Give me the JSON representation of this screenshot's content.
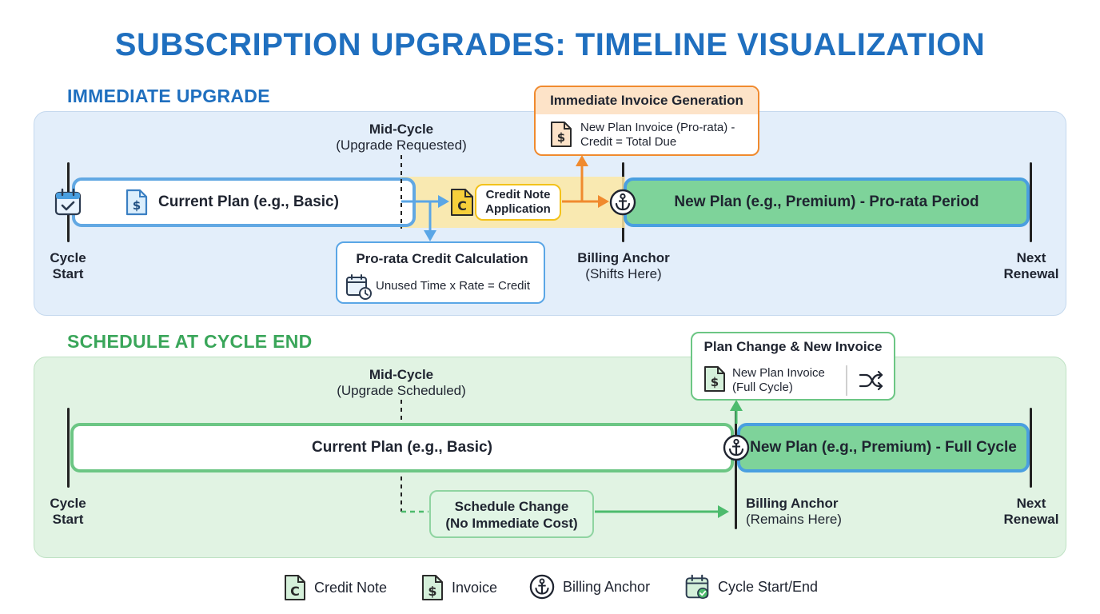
{
  "title": "SUBSCRIPTION UPGRADES: TIMELINE VISUALIZATION",
  "colors": {
    "title": "#1f6fbf",
    "immediate": "#1f6fbf",
    "schedule": "#3aa65a",
    "orange": "#f08a2e",
    "yellow": "#f3c21a",
    "blue_arrow": "#5aa6e6",
    "green_arrow": "#4dbb6d"
  },
  "immediate": {
    "heading": "IMMEDIATE UPGRADE",
    "mid_cycle": "Mid-Cycle",
    "mid_cycle_sub": "(Upgrade Requested)",
    "current_plan": "Current Plan (e.g., Basic)",
    "credit_note_line1": "Credit Note",
    "credit_note_line2": "Application",
    "new_plan": "New Plan (e.g., Premium) - Pro-rata Period",
    "invoice_box_title": "Immediate Invoice Generation",
    "invoice_box_line1": "New Plan Invoice (Pro-rata) -",
    "invoice_box_line2": "Credit = Total Due",
    "prorata_box_title": "Pro-rata Credit Calculation",
    "prorata_box_text": "Unused Time x Rate = Credit",
    "cycle_start_1": "Cycle",
    "cycle_start_2": "Start",
    "billing_anchor": "Billing Anchor",
    "billing_anchor_sub": "(Shifts Here)",
    "next_renewal_1": "Next",
    "next_renewal_2": "Renewal"
  },
  "schedule": {
    "heading": "SCHEDULE AT CYCLE END",
    "mid_cycle": "Mid-Cycle",
    "mid_cycle_sub": "(Upgrade Scheduled)",
    "current_plan": "Current Plan (e.g., Basic)",
    "new_plan": "New Plan (e.g., Premium) - Full Cycle",
    "change_box_title": "Plan Change & New Invoice",
    "change_box_line1": "New Plan Invoice",
    "change_box_line2": "(Full Cycle)",
    "schedule_box_line1": "Schedule Change",
    "schedule_box_line2": "(No Immediate Cost)",
    "cycle_start_1": "Cycle",
    "cycle_start_2": "Start",
    "billing_anchor": "Billing Anchor",
    "billing_anchor_sub": "(Remains Here)",
    "next_renewal_1": "Next",
    "next_renewal_2": "Renewal"
  },
  "legend": {
    "credit_note": "Credit Note",
    "invoice": "Invoice",
    "billing_anchor": "Billing Anchor",
    "cycle": "Cycle Start/End"
  }
}
